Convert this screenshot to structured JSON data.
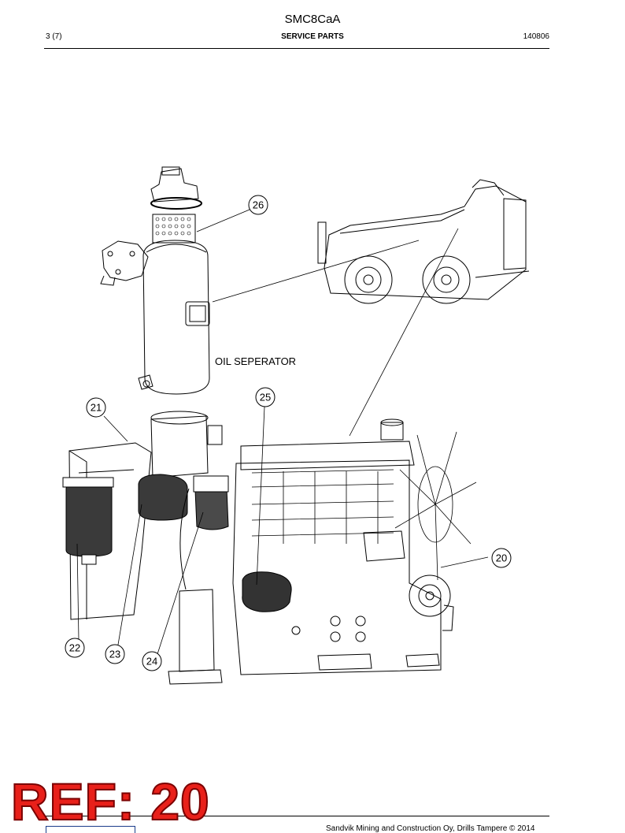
{
  "header": {
    "document_title": "SMC8CaA",
    "page_number": "3 (7)",
    "section_title": "SERVICE PARTS",
    "date_code": "140806"
  },
  "drawing": {
    "oil_separator_label": "OIL SEPERATOR",
    "callouts": [
      "20",
      "21",
      "22",
      "23",
      "24",
      "25",
      "26"
    ]
  },
  "stamp": {
    "text": "REF: 20",
    "color": "#e8201a"
  },
  "footer": {
    "copyright": "Sandvik Mining and Construction Oy, Drills Tampere © 2014"
  }
}
